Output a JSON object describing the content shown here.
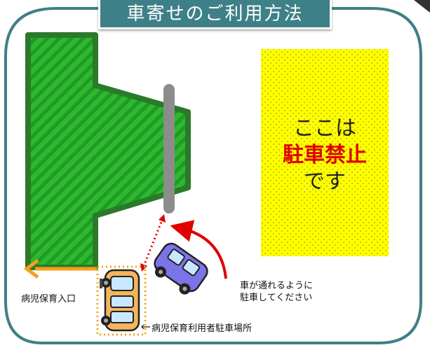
{
  "title": "車寄せのご利用方法",
  "no_parking": {
    "line1": "ここは",
    "line2": "駐車禁止",
    "line3": "です"
  },
  "labels": {
    "entrance": "病児保育入口",
    "parking_spot": "病児保育利用者駐車場所",
    "instruction_line1": "車が通れるように",
    "instruction_line2": "駐車してください"
  },
  "colors": {
    "frame": "#3e8087",
    "building": "#2eb82e",
    "building_border": "#2a7a2a",
    "no_parking_zone": "#ffff00",
    "entrance_arrow": "#f5a018",
    "red_text": "#e00000"
  },
  "icons": [
    "car-icon-parked",
    "car-icon-approaching",
    "arrow-left-icon",
    "curved-arrow-icon"
  ]
}
